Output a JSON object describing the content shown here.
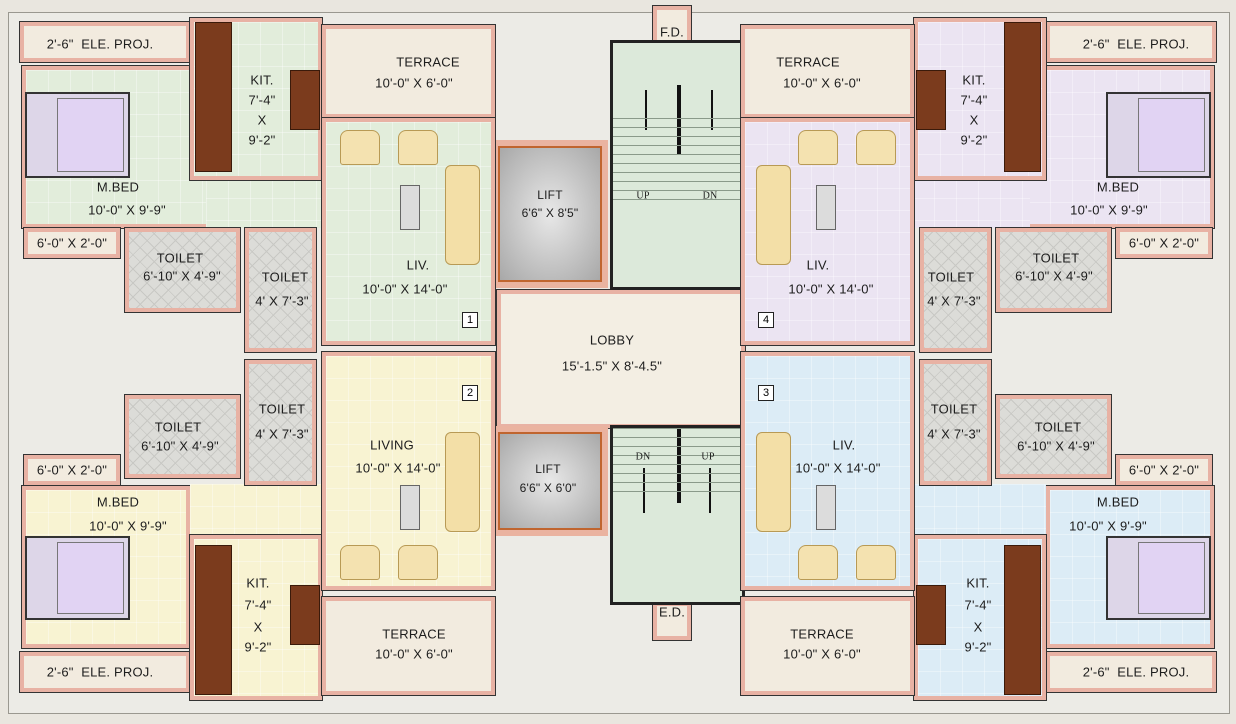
{
  "units": {
    "unit1": {
      "color": "#e2eddb",
      "number": "1",
      "ele_proj": "2'-6\"  ELE. PROJ.",
      "mbed": {
        "name": "M.BED",
        "size": "10'-0\" X 9'-9\""
      },
      "balcony": "6'-0\" X 2'-0\"",
      "kitchen": {
        "name": "KIT.",
        "w": "7'-4\"",
        "x": "X",
        "h": "9'-2\""
      },
      "terrace": {
        "name": "TERRACE",
        "size": "10'-0\" X 6'-0\""
      },
      "living": {
        "name": "LIV.",
        "size": "10'-0\" X 14'-0\""
      },
      "toilet_a": {
        "name": "TOILET",
        "size": "6'-10\" X 4'-9\""
      },
      "toilet_b": {
        "name": "TOILET",
        "size": "4' X 7'-3\""
      }
    },
    "unit2": {
      "color": "#f8f3d2",
      "number": "2",
      "ele_proj": "2'-6\"  ELE. PROJ.",
      "mbed": {
        "name": "M.BED",
        "size": "10'-0\" X 9'-9\""
      },
      "balcony": "6'-0\" X 2'-0\"",
      "kitchen": {
        "name": "KIT.",
        "w": "7'-4\"",
        "x": "X",
        "h": "9'-2\""
      },
      "terrace": {
        "name": "TERRACE",
        "size": "10'-0\" X 6'-0\""
      },
      "living": {
        "name": "LIVING",
        "size": "10'-0\" X 14'-0\""
      },
      "toilet_a": {
        "name": "TOILET",
        "size": "6'-10\" X 4'-9\""
      },
      "toilet_b": {
        "name": "TOILET",
        "size": "4' X 7'-3\""
      }
    },
    "unit3": {
      "color": "#dcecf6",
      "number": "3",
      "ele_proj": "2'-6\"  ELE. PROJ.",
      "mbed": {
        "name": "M.BED",
        "size": "10'-0\" X 9'-9\""
      },
      "balcony": "6'-0\" X 2'-0\"",
      "kitchen": {
        "name": "KIT.",
        "w": "7'-4\"",
        "x": "X",
        "h": "9'-2\""
      },
      "terrace": {
        "name": "TERRACE",
        "size": "10'-0\" X 6'-0\""
      },
      "living": {
        "name": "LIV.",
        "size": "10'-0\" X 14'-0\""
      },
      "toilet_a": {
        "name": "TOILET",
        "size": "6'-10\" X 4'-9\""
      },
      "toilet_b": {
        "name": "TOILET",
        "size": "4' X 7'-3\""
      }
    },
    "unit4": {
      "color": "#ebe4f2",
      "number": "4",
      "ele_proj": "2'-6\"  ELE. PROJ.",
      "mbed": {
        "name": "M.BED",
        "size": "10'-0\" X 9'-9\""
      },
      "balcony": "6'-0\" X 2'-0\"",
      "kitchen": {
        "name": "KIT.",
        "w": "7'-4\"",
        "x": "X",
        "h": "9'-2\""
      },
      "terrace": {
        "name": "TERRACE",
        "size": "10'-0\" X 6'-0\""
      },
      "living": {
        "name": "LIV.",
        "size": "10'-0\" X 14'-0\""
      },
      "toilet_a": {
        "name": "TOILET",
        "size": "6'-10\" X 4'-9\""
      },
      "toilet_b": {
        "name": "TOILET",
        "size": "4' X 7'-3\""
      }
    }
  },
  "core": {
    "fire_door": "F.D.",
    "exit_door": "E.D.",
    "lift_top": {
      "name": "LIFT",
      "size": "6'6\" X 8'5\""
    },
    "lift_bottom": {
      "name": "LIFT",
      "size": "6'6\" X 6'0\""
    },
    "lobby": {
      "name": "LOBBY",
      "size": "15'-1.5\" X 8'-4.5\""
    },
    "stairs_top": {
      "left": "UP",
      "right": "DN"
    },
    "stairs_bottom": {
      "left": "DN",
      "right": "UP"
    }
  },
  "colors": {
    "wall": "#e8b2a4",
    "terrace": "#f2ebdf",
    "lobby": "#f3eee3",
    "stairs": "#dce9da",
    "kitchen_counter": "#7b3b1d"
  }
}
